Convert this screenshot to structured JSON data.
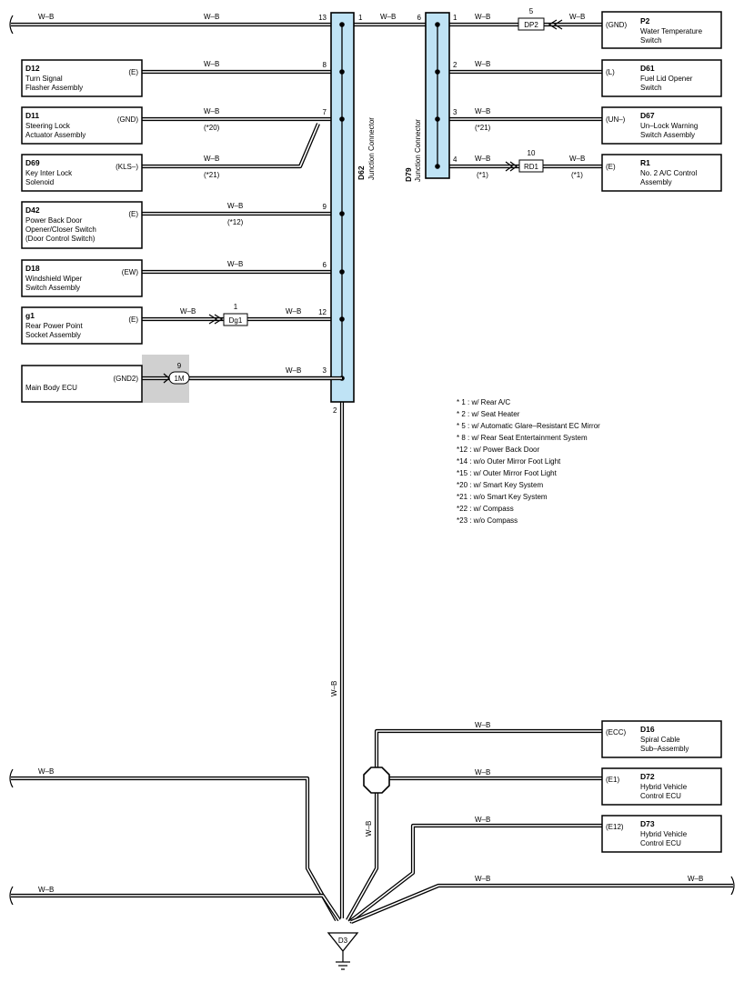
{
  "wire_color": "W–B",
  "junction_d62": {
    "id": "D62",
    "name": "Junction Connector"
  },
  "junction_d79": {
    "id": "D79",
    "name": "Junction Connector"
  },
  "components": [
    {
      "id": "P2",
      "lines": [
        "Water Temperature",
        "Switch"
      ],
      "terminal": "(GND)"
    },
    {
      "id": "D61",
      "lines": [
        "Fuel Lid Opener",
        "Switch"
      ],
      "terminal": "(L)"
    },
    {
      "id": "D67",
      "lines": [
        "Un–Lock Warning",
        "Switch Assembly"
      ],
      "terminal": "(UN–)"
    },
    {
      "id": "R1",
      "lines": [
        "No. 2 A/C Control",
        "Assembly"
      ],
      "terminal": "(E)"
    },
    {
      "id": "D12",
      "lines": [
        "Turn Signal",
        "Flasher Assembly"
      ],
      "terminal": "(E)"
    },
    {
      "id": "D11",
      "lines": [
        "Steering Lock",
        "Actuator Assembly"
      ],
      "terminal": "(GND)"
    },
    {
      "id": "D69",
      "lines": [
        "Key Inter Lock",
        "Solenoid"
      ],
      "terminal": "(KLS–)"
    },
    {
      "id": "D42",
      "lines": [
        "Power Back Door",
        "Opener/Closer Switch",
        "(Door Control Switch)"
      ],
      "terminal": "(E)"
    },
    {
      "id": "D18",
      "lines": [
        "Windshield Wiper",
        "Switch Assembly"
      ],
      "terminal": "(EW)"
    },
    {
      "id": "g1",
      "lines": [
        "Rear Power Point",
        "Socket Assembly"
      ],
      "terminal": "(E)"
    },
    {
      "id": "",
      "lines": [
        "Main Body ECU"
      ],
      "terminal": "(GND2)"
    },
    {
      "id": "D16",
      "lines": [
        "Spiral Cable",
        "Sub–Assembly"
      ],
      "terminal": "(ECC)"
    },
    {
      "id": "D72",
      "lines": [
        "Hybrid Vehicle",
        "Control ECU"
      ],
      "terminal": "(E1)"
    },
    {
      "id": "D73",
      "lines": [
        "Hybrid Vehicle",
        "Control ECU"
      ],
      "terminal": "(E12)"
    }
  ],
  "pins_d62": [
    "13",
    "1",
    "8",
    "7",
    "9",
    "6",
    "12",
    "3",
    "2"
  ],
  "pins_d79": [
    "6",
    "1",
    "2",
    "3",
    "4"
  ],
  "connectors": [
    {
      "id": "DP2",
      "pin": "5"
    },
    {
      "id": "RD1",
      "pin": "10"
    },
    {
      "id": "Dg1",
      "pin": "1"
    },
    {
      "id": "1M",
      "pin": "9"
    }
  ],
  "ground": "D3",
  "wire_notes": [
    "(*20)",
    "(*21)",
    "(*12)",
    "(*21)",
    "(*1)",
    "(*1)"
  ],
  "notes": [
    "* 1 : w/ Rear A/C",
    "* 2 : w/ Seat Heater",
    "* 5 : w/ Automatic Glare–Resistant EC Mirror",
    "* 8 : w/ Rear Seat Entertainment System",
    "*12 : w/ Power Back Door",
    "*14 : w/o Outer Mirror Foot Light",
    "*15 : w/ Outer Mirror Foot Light",
    "*20 : w/ Smart Key System",
    "*21 : w/o Smart Key System",
    "*22 : w/ Compass",
    "*23 : w/o Compass"
  ]
}
